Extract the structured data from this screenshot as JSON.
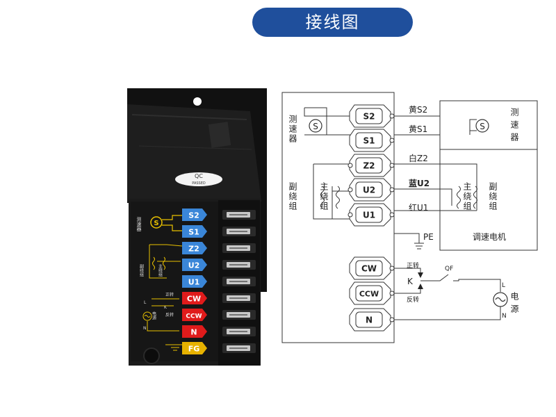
{
  "header": {
    "title": "接线图"
  },
  "colors": {
    "title_bg": "#1f4f9c",
    "term_blue": "#3a86d8",
    "term_red": "#e01b1b",
    "term_yellow": "#e7b200",
    "device_body": "#1b1b1b"
  },
  "device": {
    "qc_top": "QC",
    "qc_bottom": "PASSED",
    "left_tacho": "测速器",
    "left_aux": "副绕组",
    "left_main": "主绕组",
    "left_fwd": "正转",
    "left_rev": "反转",
    "left_L": "L",
    "left_K": "K",
    "left_N": "N",
    "left_power": "电源",
    "terminals": [
      {
        "label": "S2",
        "color": "blue"
      },
      {
        "label": "S1",
        "color": "blue"
      },
      {
        "label": "Z2",
        "color": "blue"
      },
      {
        "label": "U2",
        "color": "blue"
      },
      {
        "label": "U1",
        "color": "blue"
      },
      {
        "label": "CW",
        "color": "red"
      },
      {
        "label": "CCW",
        "color": "red"
      },
      {
        "label": "N",
        "color": "red"
      },
      {
        "label": "FG",
        "color": "yellow"
      }
    ]
  },
  "schematic": {
    "terminals": [
      "S2",
      "S1",
      "Z2",
      "U2",
      "U1",
      "CW",
      "CCW",
      "N"
    ],
    "wire_labels": [
      "黄S2",
      "黄S1",
      "白Z2",
      "蓝U2",
      "红U1"
    ],
    "pe": "PE",
    "left_tacho": "测速器",
    "left_aux": "副绕组",
    "left_main": "主绕组",
    "right_tacho": "测速器",
    "right_main": "主绕组",
    "right_aux": "副绕组",
    "motor": "调速电机",
    "sensor_symbol": "S",
    "fwd": "正转",
    "rev": "反转",
    "switch_k": "K",
    "qf": "QF",
    "power": "电源",
    "L": "L",
    "N": "N"
  }
}
